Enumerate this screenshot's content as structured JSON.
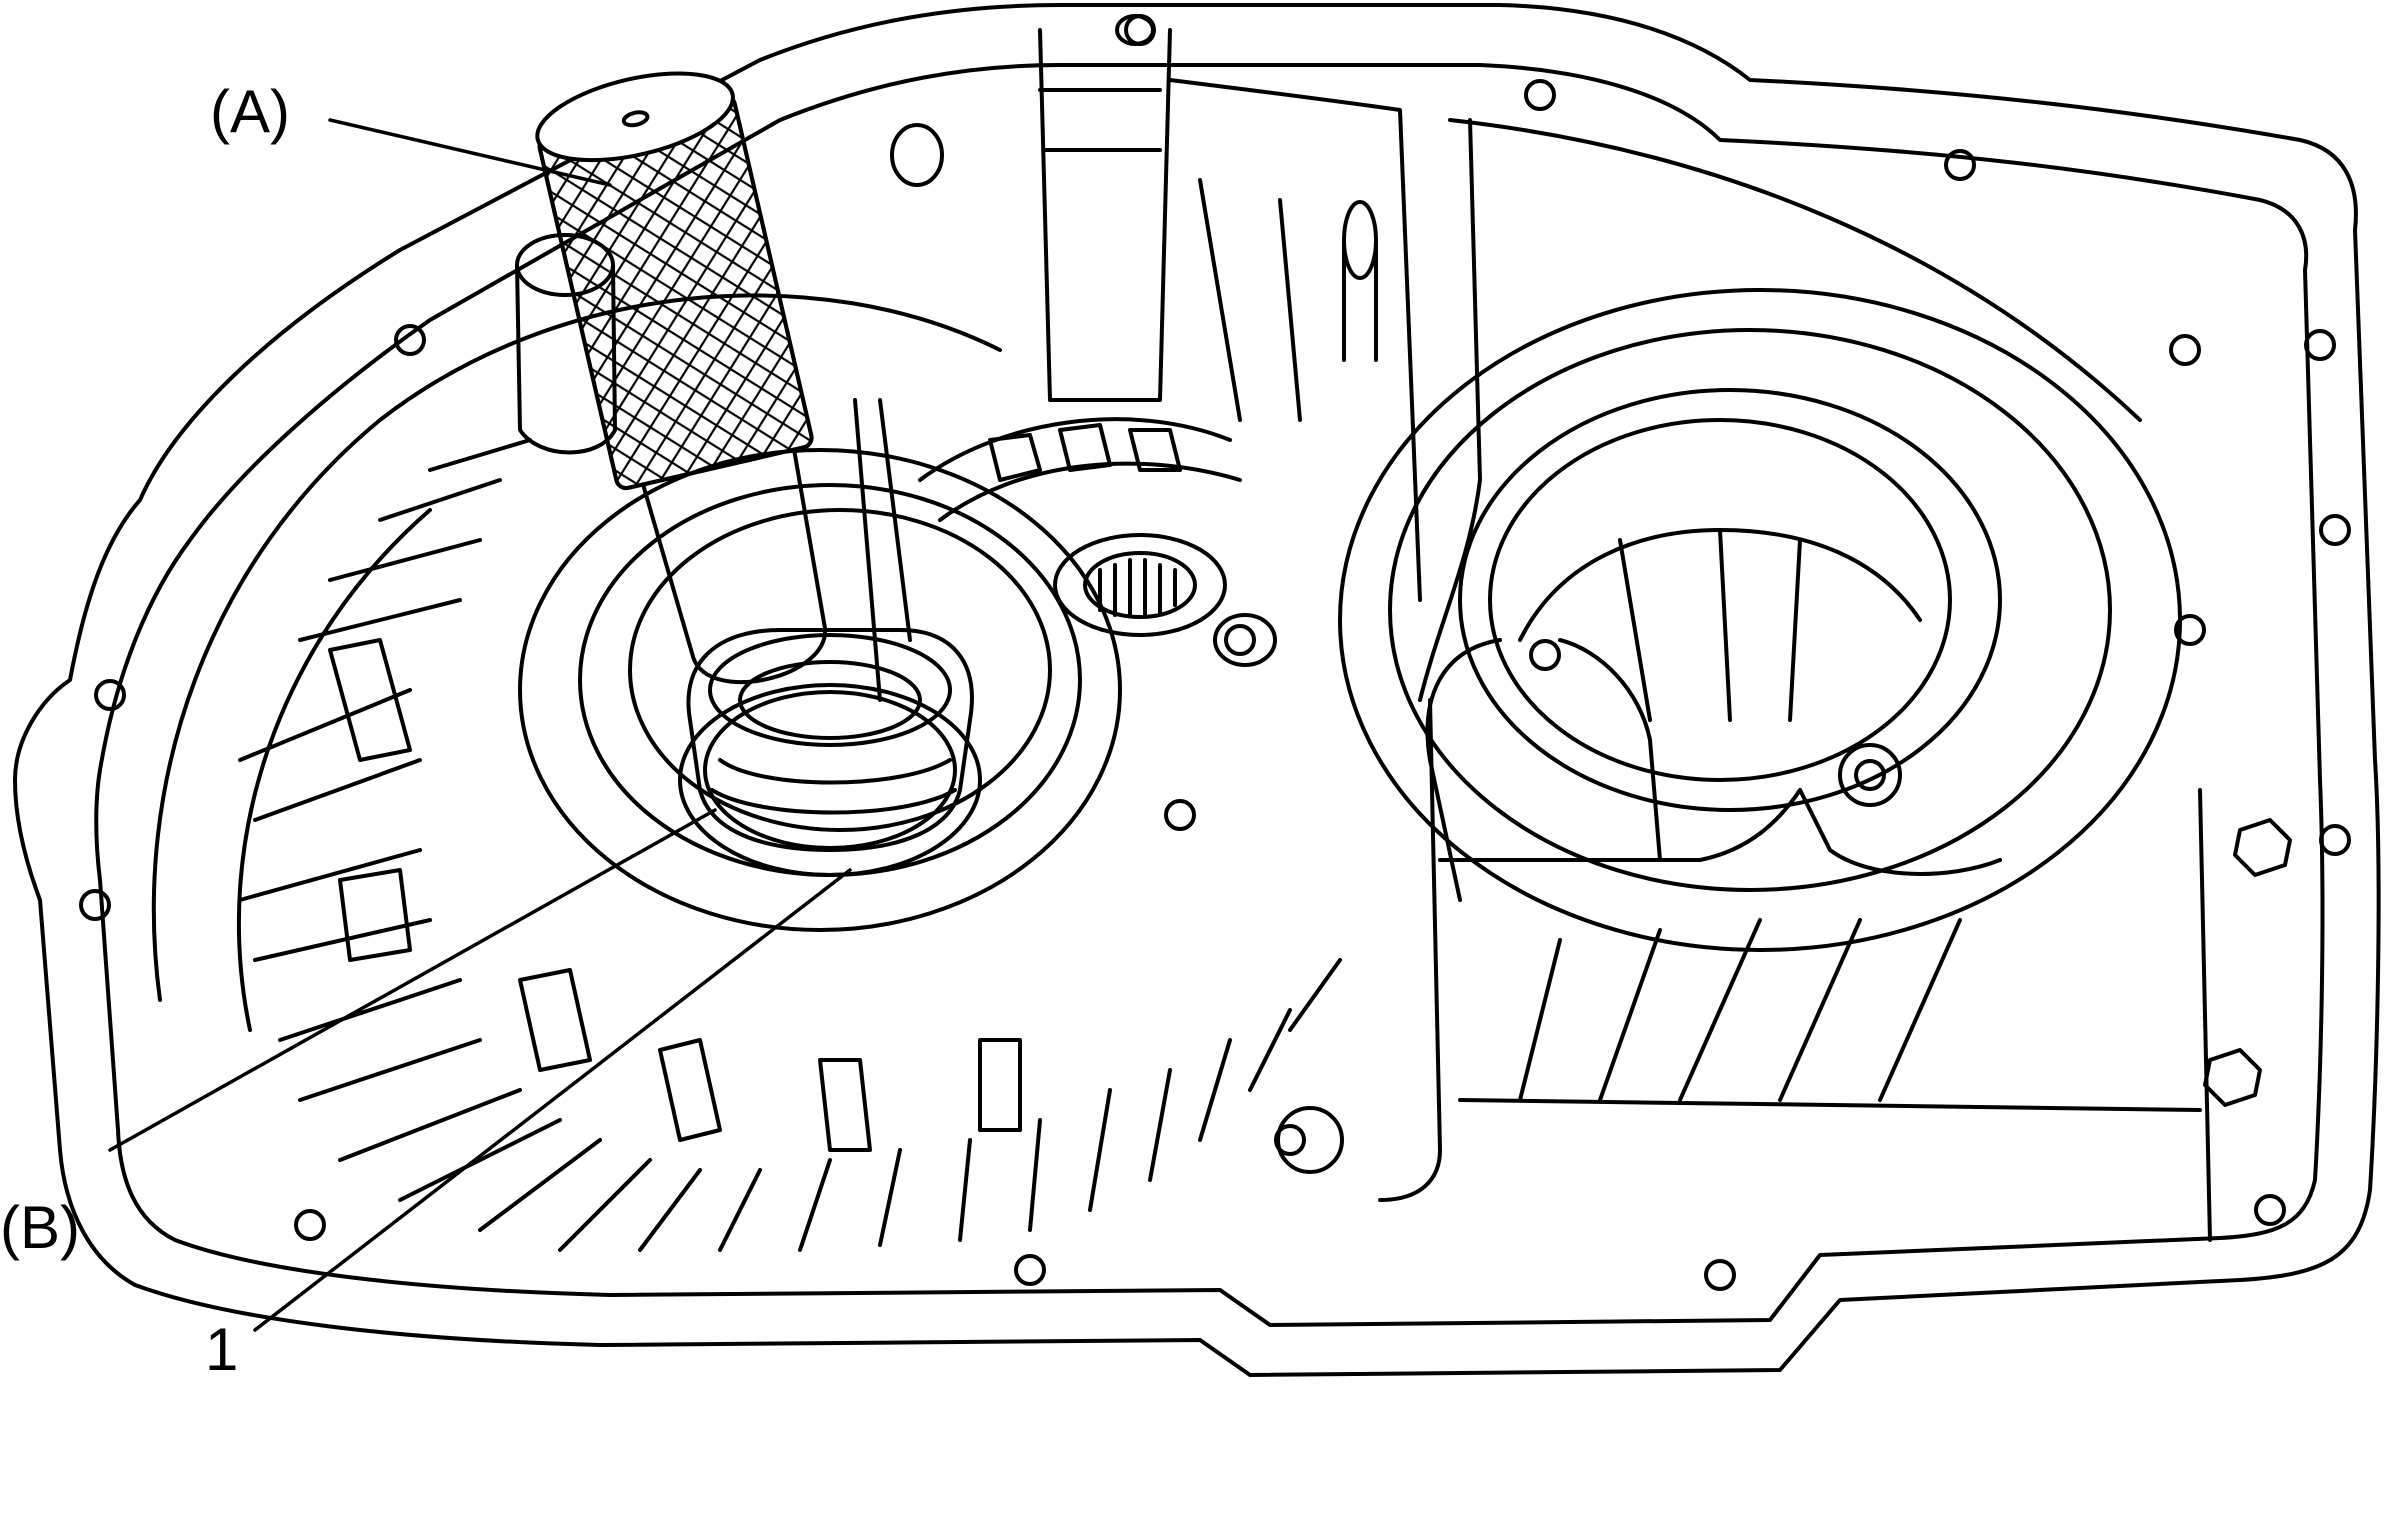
{
  "callouts": {
    "tool_a": "(A)",
    "tool_b": "(B)",
    "part_1": "1"
  },
  "colors": {
    "line": "#000000",
    "background": "#ffffff"
  }
}
